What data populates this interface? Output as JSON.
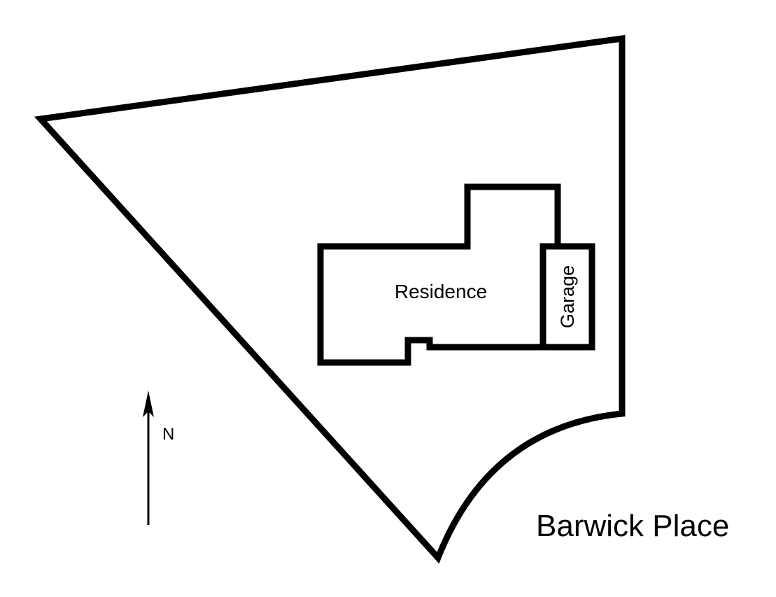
{
  "diagram": {
    "labels": {
      "residence": "Residence",
      "garage": "Garage",
      "north": "N",
      "street": "Barwick Place"
    },
    "colors": {
      "stroke": "#000000",
      "background": "#ffffff"
    }
  }
}
